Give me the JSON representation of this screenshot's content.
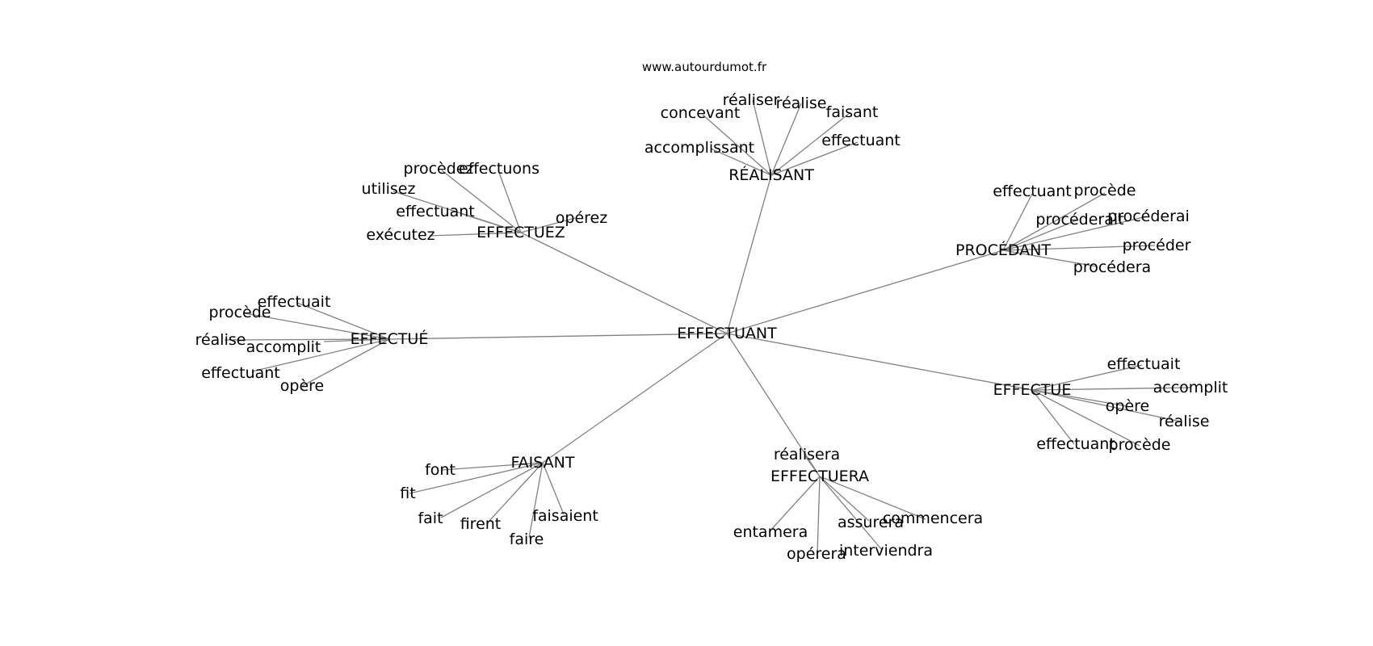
{
  "watermark": "www.autourdumot.fr",
  "center": "EFFECTUANT",
  "clusters": [
    {
      "hub": "RÉALISANT",
      "leaves": [
        "réaliser",
        "réalise",
        "concevant",
        "faisant",
        "accomplissant",
        "effectuant"
      ]
    },
    {
      "hub": "EFFECTUEZ",
      "leaves": [
        "procèdez",
        "effectuons",
        "utilisez",
        "effectuant",
        "opérez",
        "exécutez"
      ]
    },
    {
      "hub": "PROCÉDANT",
      "leaves": [
        "effectuant",
        "procède",
        "procéderait",
        "procéderai",
        "procéder",
        "procédera"
      ]
    },
    {
      "hub": "EFFECTUÉ",
      "leaves": [
        "effectuait",
        "procède",
        "réalise",
        "accomplit",
        "effectuant",
        "opère"
      ]
    },
    {
      "hub": "EFFECTUE",
      "leaves": [
        "effectuait",
        "accomplit",
        "opère",
        "réalise",
        "effectuant",
        "procède"
      ]
    },
    {
      "hub": "FAISANT",
      "leaves": [
        "font",
        "fit",
        "fait",
        "firent",
        "faisaient",
        "faire"
      ]
    },
    {
      "hub": "EFFECTUERA",
      "leaves": [
        "réalisera",
        "commencera",
        "assurera",
        "entamera",
        "interviendra",
        "opérera"
      ]
    }
  ]
}
